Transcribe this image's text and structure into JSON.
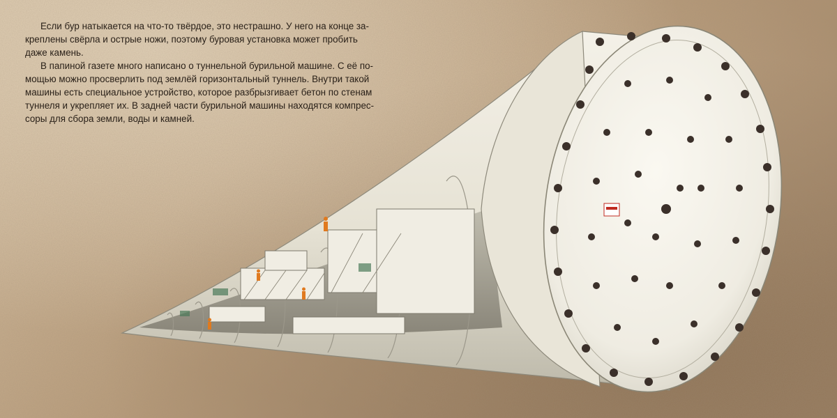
{
  "page": {
    "paragraphs": [
      {
        "lines": [
          "Если бур натыкается на что-то твёрдое, это нестрашно. У него на конце за-",
          "креплены свёрла и острые ножи, поэтому буровая установка может пробить",
          "даже камень."
        ]
      },
      {
        "lines": [
          "В папиной газете много написано о туннельной бурильной машине. С её по-",
          "мощью можно просверлить под землёй горизонтальный туннель. Внутри такой",
          "машины есть специальное устройство, которое разбрызгивает бетон по стенам",
          "туннеля и укрепляет их. В задней части бурильной машины находятся компрес-",
          "соры для сбора земли, воды и камней."
        ]
      }
    ]
  },
  "colors": {
    "soil_light": "#d9c4a6",
    "soil_dark": "#9d8062",
    "machine_white": "#f2efe4",
    "machine_shadow": "#c9c6b8",
    "cutter_dark": "#3b302a",
    "worker_orange": "#e07a1f"
  },
  "icons": [
    "tunnel-boring-machine-illustration",
    "cutter-head-icon",
    "worker-icon"
  ]
}
